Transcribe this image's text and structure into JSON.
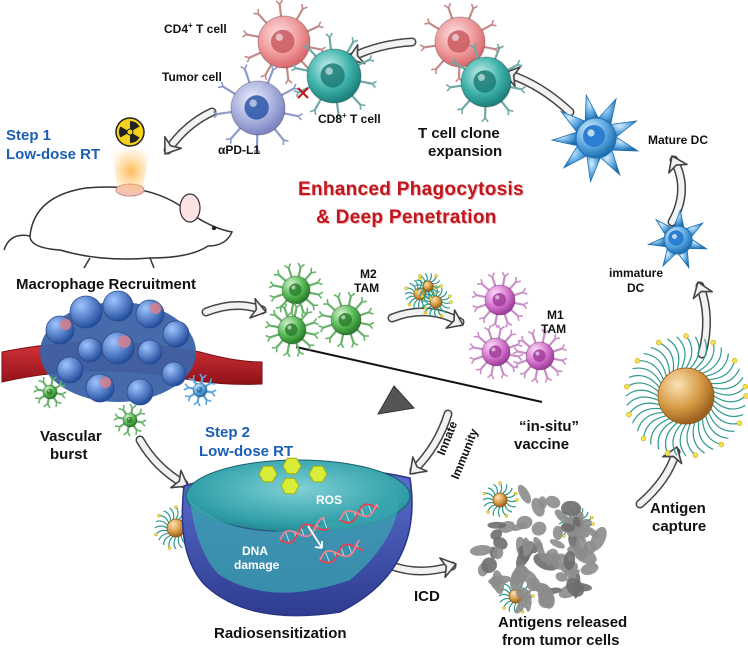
{
  "title_line1": "Enhanced Phagocytosis",
  "title_line2": "& Deep Penetration",
  "step1": {
    "step": "Step 1",
    "name": "Low-dose RT"
  },
  "step2": {
    "step": "Step 2",
    "name": "Low-dose RT"
  },
  "labels": {
    "cd4_main": "CD4",
    "cd4_sup": "+",
    "cd4_tail": " T cell",
    "cd8_main": "CD8",
    "cd8_sup": "+",
    "cd8_tail": " T cell",
    "tumor_cell": "Tumor cell",
    "apdl1": "αPD-L1",
    "t_clone_1": "T cell clone",
    "t_clone_2": "expansion",
    "mature_dc": "Mature DC",
    "immature_dc_1": "immature",
    "immature_dc_2": "DC",
    "m2_1": "M2",
    "m2_2": "TAM",
    "m1_1": "M1",
    "m1_2": "TAM",
    "macrophage_recruitment": "Macrophage Recruitment",
    "vascular_1": "Vascular",
    "vascular_2": "burst",
    "innate_1": "Innate",
    "innate_2": "Immunity",
    "vaccine_1": "“in-situ”",
    "vaccine_2": "vaccine",
    "ros": "ROS",
    "dna_1": "DNA",
    "dna_2": "damage",
    "icd": "ICD",
    "antigen_capture_1": "Antigen",
    "antigen_capture_2": "capture",
    "radiosensitization": "Radiosensitization",
    "antigens_1": "Antigens released",
    "antigens_2": "from tumor cells"
  },
  "colors": {
    "title_red": "#c0161d",
    "step_blue": "#1a5fb4",
    "vessel_red": "#b81d25",
    "tumor_blue": "#3b63a8",
    "m2_green": "#3aa33f",
    "m1_pink": "#c94cc4",
    "dc_blue": "#2a86cc",
    "cd4_pink": "#e7898c",
    "cd8_teal": "#2fa6a0",
    "nanoparticle_orange": "#c98a3a"
  }
}
